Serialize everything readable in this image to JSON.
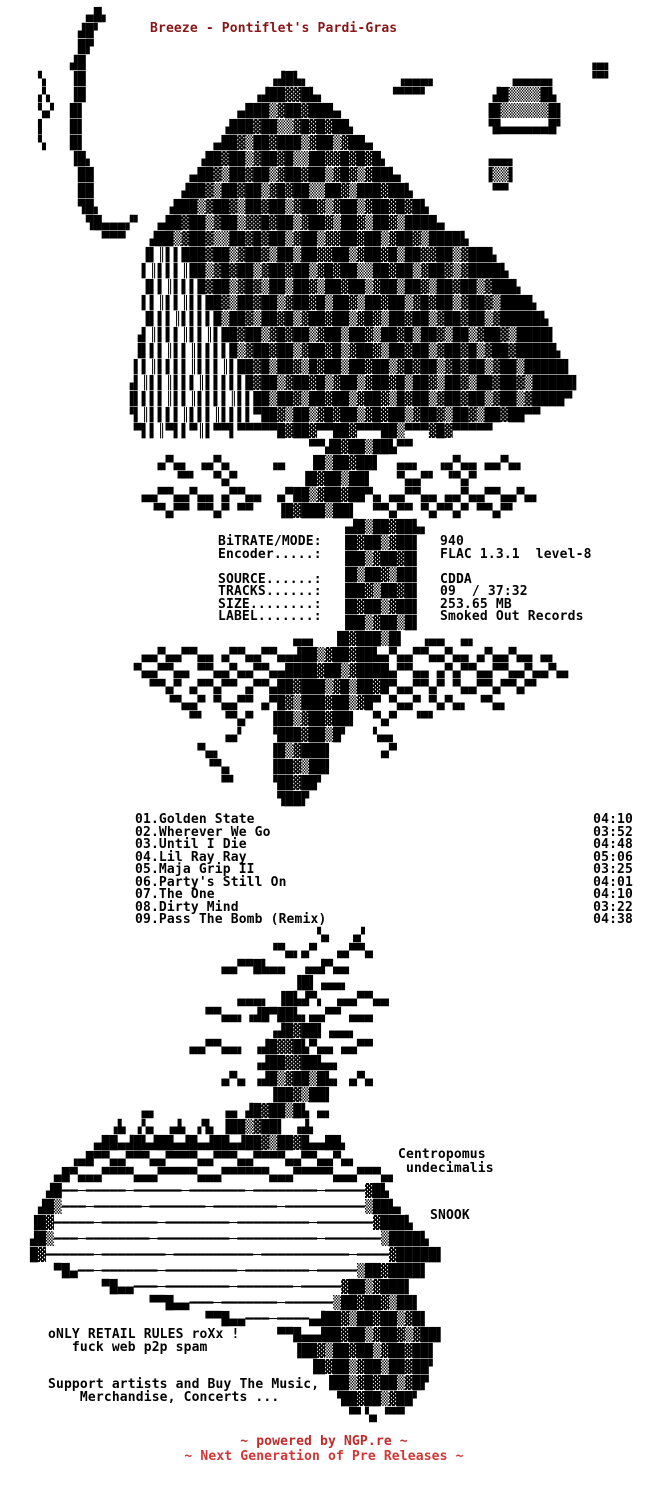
{
  "colors": {
    "background": "#ffffff",
    "body_text": "#000000",
    "title_red": "#8b1515",
    "footer_red": "#c22a2a",
    "footer_red_bright": "#d43535"
  },
  "header": {
    "title": "Breeze - Pontiflet's Pardi-Gras"
  },
  "release_info": {
    "rows": [
      {
        "label": "BiTRATE/MODE:",
        "value": "940"
      },
      {
        "label": "Encoder.....:",
        "value": "FLAC 1.3.1  level-8"
      },
      {
        "label": "",
        "value": ""
      },
      {
        "label": "SOURCE......:",
        "value": "CDDA"
      },
      {
        "label": "TRACKS......:",
        "value": "09  / 37:32"
      },
      {
        "label": "SIZE........:",
        "value": "253.65 MB"
      },
      {
        "label": "LABEL.......:",
        "value": "Smoked Out Records"
      }
    ]
  },
  "tracklist": {
    "tracks": [
      {
        "number": "01",
        "title": "Golden State",
        "duration": "04:10"
      },
      {
        "number": "02",
        "title": "Wherever We Go",
        "duration": "03:52"
      },
      {
        "number": "03",
        "title": "Until I Die",
        "duration": "04:48"
      },
      {
        "number": "04",
        "title": "Lil Ray Ray",
        "duration": "05:06"
      },
      {
        "number": "05",
        "title": "Maja Grip II",
        "duration": "03:25"
      },
      {
        "number": "06",
        "title": "Party's Still On",
        "duration": "04:01"
      },
      {
        "number": "07",
        "title": "The One",
        "duration": "04:10"
      },
      {
        "number": "08",
        "title": "Dirty Mind",
        "duration": "03:22"
      },
      {
        "number": "09",
        "title": "Pass The Bomb (Remix)",
        "duration": "04:38"
      }
    ]
  },
  "fish_caption": {
    "species_lines": [
      "Centropomus",
      " undecimalis"
    ],
    "common_name": "SNOOK"
  },
  "messages": {
    "rules_lines": [
      "oNLY RETAIL RULES roXx !",
      "   fuck web p2p spam"
    ],
    "support_lines": [
      "Support artists and Buy The Music,",
      "    Merchandise, Concerts ..."
    ]
  },
  "footer": {
    "powered": "~ powered by NGP.re ~",
    "tagline": "~ Next Generation of Pre Releases ~"
  },
  "art": {
    "mushroom": [
      "       ▄█▖",
      "      ▟█▘",
      "      █▛",
      "     ▟█                                                               ▗▄▖",
      " ▚   ▐█                       ▗▟█▙▖           ▗▄▄▄▖         ▗▄▄▄▄▖    ▝▀▘",
      " ▞▖  ▐█                     ▗▟██▓▓█▙▖        ▝▀▀▀▘        ▟█▒▒▒▒█▙",
      " ▚▞  █▌                   ▄███▒▓██▓███▄                  ▐█▒▒▒▒▒▒█▌",
      " ▌   █▌                 ▗███▓██▒▒▓█▓█▓██▖                ▝█▄▄▄▄▄▄█▘",
      " ▚   █▌                ▄██▓▒██▓███▒▓██▒▓██▄",
      "     ▐█▖             ▗██▓██▒▓██▓█▒▒██▓▓█▓█▓█▖            ▗▄▄▖",
      "      ██            ▄██▓▒██▓██▒▓██▓██▒▓█▓▒▓██▙▖          ▐▒▒▌",
      "      ██           ▟██▓▒██▓██▒▓█▓██▒▒██▓▒███▓██▙          ▀▀",
      "      ▜█▖        ▗███▒▓██▓▒██▓██▒▓██▓▒▓██▒▓██▓█▓█▙",
      "       ▜█▄▄▄▞▘  ▄██▓██▒▓██▒▓▓█▓██▒▓██▓▒██▓▒██▓▒████▄",
      "         ▀▀▀   ▟██▒▓██▓▒▒██▓█▓██▒▓██▒▓▓██▓██▒▓██▓▒████▙",
      "              ▐▌║▌▌███▓██▒▓██▓▒██▒██▓▓██▒▓██▓█▒██▓▓██▒▓███▖",
      "              ▌║▌▌▌║██▒▓█▓██▒▓██▓██▒▓█▓██▒▒██▓██▒▓██▓▒▓████▙",
      "              ▐▌▌║▌▌▌█▓██▒▓█▓▒██▒██▓▒██▓██▒▓██▒██▓▒██▓██▒▓███▖",
      "              ▌▌║▌▌║▌▌██▓▒██▓██▒▓██▓█▒██▓▒██▓██▒▓█▓██▒▓██▓▒████▖",
      "              ▐▌▌▌║▌▌▌▌█▒██▓▒██▓█▒▓██▓██▒▓█▓▒██▓██▒▓██▓██▒▓█████▙",
      "             ▗▌║▌▌▌║▌▌║▌██▓██▒▓█▓██▒▓██▒██▓▒██▓█▒██▓▒██▒▓██▓▒████▌",
      "             ▐▌▌▌║▌▌║▌▌▌▌█▒▓██▓██▒▓██▓█▒▓██▓▒██▓██▒▓██▓█▒▓██▓█████▖",
      "             ▌▌║▌▌▌▌║▌▌▌║▌██▓█▒██▓▒█▓██▒██▓██▒▓█▓██▒▓█▓██▒▓██▒█████▌",
      "            ▗▌║▌▌║▌▌▌║▌▌▌▌▌█▓██▒▓██▓█▒▓██▒▓██▓█▒██▓▒██▓▒██▓██▓▒█████▌",
      "            ▐▌▌▌▌║▌▌║▌▌▌▌║▌▌██▒██▓▒██▓██▒▓██▓▒█▓██▒▓██▓██▒▓██▒▓████▀",
      "            ▝▌║▌▌▌▌║▌▌▌║▌▌▌▌▀██▓▒██▒▓█▓██▒▓█▓██▒▓██▓▒██▓▒██▓██▀▀",
      "             ▀▌▌║▀▌▌▀║▌▀▀▌▀▀▀▀▀█▓██▓▀▀██▓▀▀▀██▒▀▀▀▓█▓▀▀▀▀▀",
      "                                   ▀▀▟█▓██▒██▙▀▀",
      "                ▄▀▄▖ ▗▄▀▄     ▗▄   ▐█▒██▓██▌  ▄▄▖  ▗▄▀▄▄ ▄▄▀▄▖",
      "                  ▝▀▘  ▀▄▀        ▐█▓██▒██▌   ▀▄▄▀▘ ▝▀▄▀",
      "              ▄▄▀▀▄▄▀▄▄ ▄▀▀▄▄  ▄▀██▒▓██▓██▀▄ ▄▄▀▀▄▄ ▄▄▀▄▄▀▀▄▄▀▄▖",
      "               ▝▀▄▀▀ ▀▀▄▀ ▀▀   ▐█▓███▒██▌  ▀▀▄▀▀ ▀▄▀▀▄▀ ▀▀▄▀▘",
      "                                       ▗▟█▒██▓██▙▖",
      "                                       ▐█▓██▒▓██▌",
      "                                       ▐██▒▓██▓█▌",
      "                                       ▐█▒██▓▒██▌",
      "                                       ▐██▓▒██▓█▌",
      "                                       ▐█▓██▒▓██▌",
      "                                       ▐██▒▓██▒█▌",
      "                                 ▄▄▖  ▐█▓███▒█▌  ▗▄▄  ▄▖",
      "              ▄▄▀▄▄▀▀▄▄ ▄▀▀▄▄▀▀▄▄▟██▒▓██▓██▙▄▀▄▄▀▀▄▄▀▄▄ ▄▀▄▄▀▄▄ ▄▖",
      "             ▀▄▄▀▀▄▄ ▀▀▄▄▀▄▄▀▀▄▄████▓██▒▓████▄▀▀▄▄ ▄▀▄▀▀▄▄▀▀▄▄▀▄▄▀▄▖",
      "               ▀▀▄▀ ▄▀▀▄▀▀ ▄▀▀▄██▓███▒▓█▒██▓█▀▄▄▀▀▄▀ ▀▄▄▀▀▄▀▀▄▀▘",
      "                 ▝▀▄▄▀ ▀▄▄▀▀ ▄▀█▓▒███▓██▒▓█▀ ▀▄▄▀ ▀▄▀▄▖ ▝▀▄▖",
      "                    ▀▘  ▝▀▄▀  ▐██▒▓██▓██▌  ▀▄▀  ▝▀▘",
      "                        ▗▄▘   ▝███▓██▒█▘   ▚▄▖",
      "                     ▀▄▖      ▐█▒▓███▌      ▄▀",
      "                      ▝▀▄     ▐██▓▒██▌",
      "                        ▀▘    ▝██▓██▘",
      "                               ▜██▛"
    ],
    "fish": [
      "                                    ▚▖  ▗▞",
      "                              ▝▀▄▖▄▀  ▗▄▀▀▄",
      "                        ▄▄▀▀█▙▄▄  ▗▄▟▀▄▄",
      "                                 ▐█▌▗▄▄▖",
      "                          ▄▄▄▖ ▐█▙▟▀▖ ▗▄▄▀▀▄▄",
      "                      ▀▀▄▄▖▗▟█▀██▙▖▄▄▀▀ ▄▄▄",
      "                              ▗▟█▓██▌▗▄▄▖",
      "                    ▄▄▀▀▄▄▖ ▗▟█▓▓█▙▀▄▄ ▄▄▀▀",
      "                            ▗▟██▓▓██▙▄▖",
      "                        ▄▀▄ ▗▟█▒▓██▒█▙▖ ▄▀▄",
      "                              ▐██▓▒██▌",
      "              ▄▖        ▗▄ ▟█▓██▒█▙ ▄▖",
      "          ▗▙ ▗▚▖ ▗▟▖ ▞▙ ▐██▒▓██▌ ▗▟▖",
      "        ▄██▄▟█▙▟██▄▟█▄▟██▄▟██▓▒██▓█▄▄██▖",
      "     ▗▄█▀▀▄▄▀▀▀▄▄▀▀▀▀▄▄▀▀▀▄▄▀▀▀▀▄▄▀▀▄▄▀▄▖",
      "   ▄█▀▄▄▄▀▀▀▀▄▄▄▀▀▀▀▀▄▄▄▀▀▀▀▀▀▄▄▄▀▀▀▀▀▄▄▄▀▀▀▄▖",
      "  ▟█━━─━━━━━─━━━━━━─━━━━━━━─━━━━━━━━─━━━━━▓█▙",
      " ▟█▒━━━─━━━━━━─━━━━━━━─━━━━━━━━─━━━━━━━━━━▒██▙▖",
      "▐█▓━━━━━─━━━━━━━─━━━━━━━━─━━━━━━━━━─━━━━━━━▓███▙",
      "▟█▒━━━─━━━━━━━━─━━━━━━━━━─━━━━━━━━━━─━━━━━━━▒████▙",
      "█▓━━━━━━─━━━━━━━━─━━━━━━━━━━─━━━━━━━━━━━─━━━━▓█████▌",
      "   ▀█▄━━─━━━━━━━─━━━━━━━━━─━━━━━━━━─━━━━━▒██▓████▌",
      "         ▀█▄▄━━━─━━━━━━━━─━━━━━━━─━━━━━▓██▒▓███▌",
      "               ▀▀█▄▄━━━─━━━━━━━─━━━━━━▒██▓██▓▒██▌",
      "                      ▀▀█▄▄━━━─━━━━▄▟██▓▒██▓██▒▓█▌",
      "                               ▀▀█▄▄▟██▓██▒▓██▓▒▓██▌",
      "                                 ▐██▓▒██▓██▒▓██▓██▌",
      "                                   ▐█▓██▒▓██▒██▓██▘",
      "                                     ▐██▒▓█▓██▒▓█▛",
      "                                      ▝██▓██▒▓██▘",
      "                                        ▀▘▚▖▝▀▀"
    ]
  }
}
